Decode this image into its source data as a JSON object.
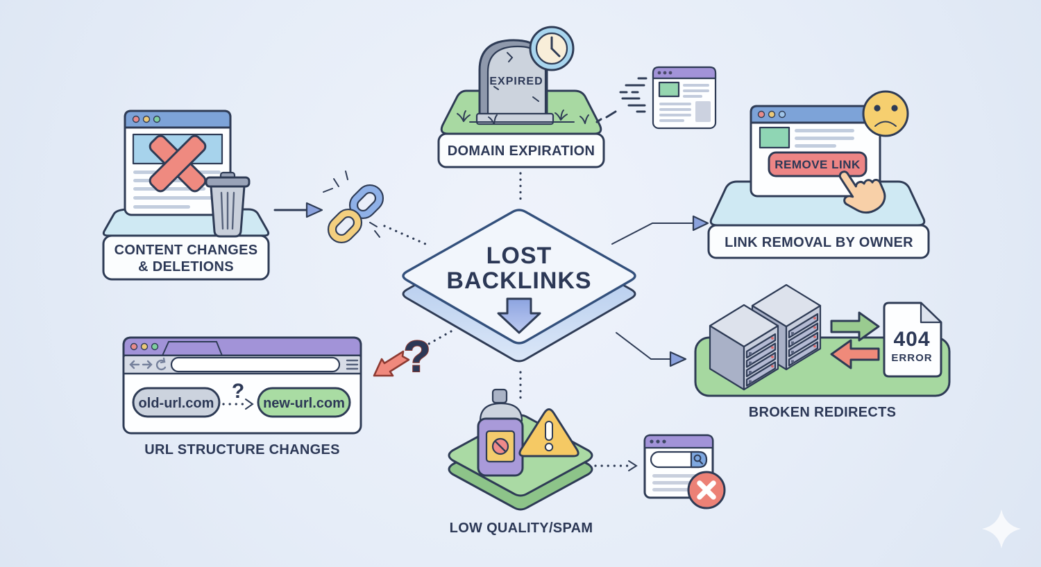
{
  "center": {
    "title_line1": "LOST",
    "title_line2": "BACKLINKS"
  },
  "nodes": {
    "content_changes": {
      "label_line1": "CONTENT CHANGES",
      "label_line2": "& DELETIONS"
    },
    "domain_expiration": {
      "label": "DOMAIN EXPIRATION",
      "tombstone_text": "EXPIRED"
    },
    "link_removal": {
      "label": "LINK REMOVAL BY OWNER",
      "button_label": "REMOVE LINK"
    },
    "url_structure": {
      "label": "URL STRUCTURE CHANGES",
      "old_url": "old-url.com",
      "new_url": "new-url.com",
      "question_mark": "?"
    },
    "low_quality": {
      "label": "LOW QUALITY/SPAM"
    },
    "broken_redirects": {
      "label": "BROKEN REDIRECTS",
      "error_code": "404",
      "error_word": "ERROR"
    }
  },
  "decorations": {
    "big_question_mark": "?"
  },
  "colors": {
    "background": "#e6edf8",
    "outline_navy": "#2e3b55",
    "accent_red": "#ee8a80",
    "accent_green": "#a6d8a0",
    "accent_blue_header": "#7da3d8",
    "accent_purple_header": "#a293d8",
    "accent_yellow": "#f5ce6e",
    "platform_cyan": "#cfe9f3",
    "diamond_side_blue": "#aac4ea"
  }
}
